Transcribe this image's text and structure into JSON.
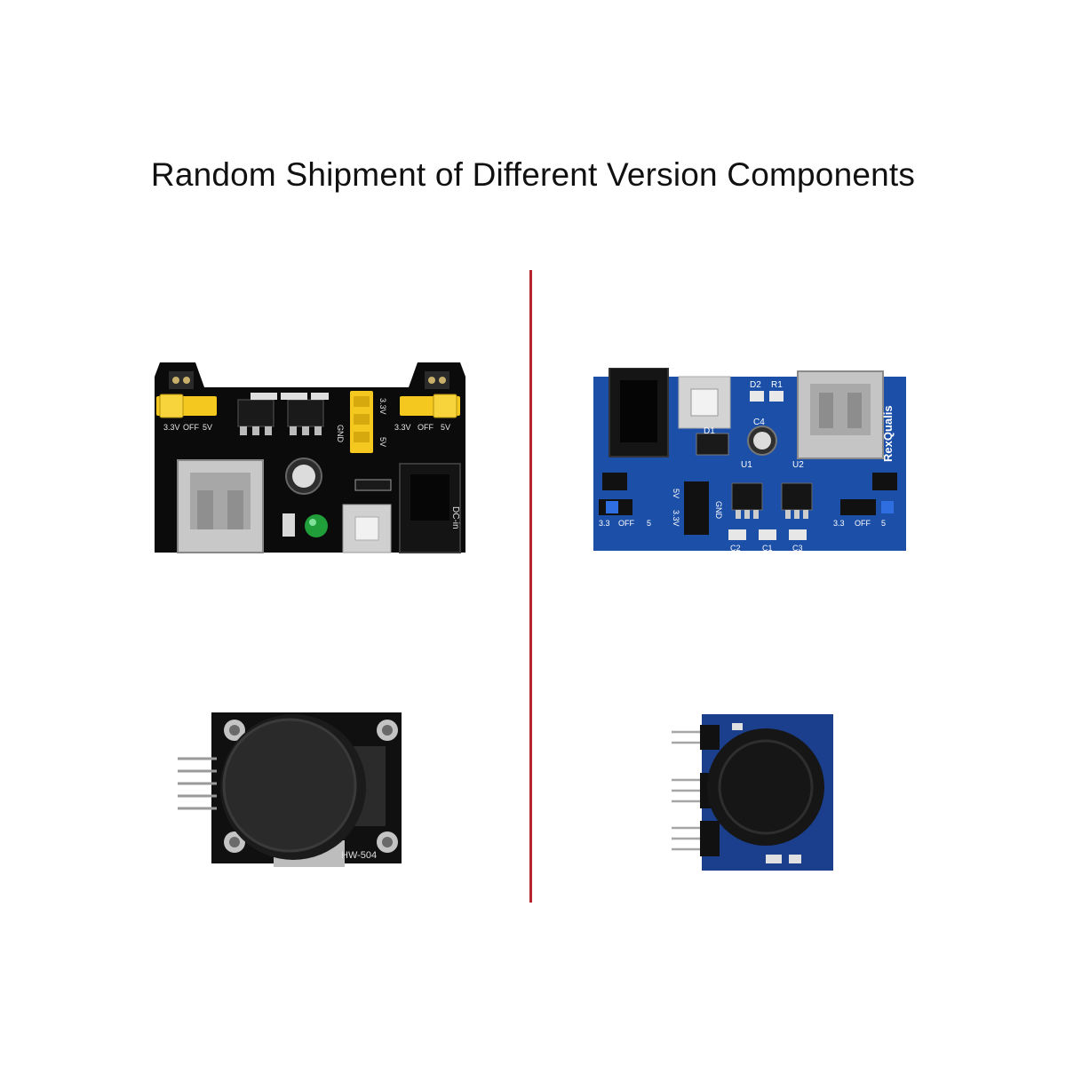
{
  "headline": "Random Shipment of Different Version Components",
  "colors": {
    "background": "#ffffff",
    "divider": "#b3262d",
    "black_pcb": "#0b0b0b",
    "blue_pcb": "#1c4fa8",
    "header_yellow": "#f4c81f",
    "jumper_blue": "#2f6ee0"
  },
  "products": {
    "black_power_module": {
      "labels": [
        "3.3V",
        "OFF",
        "5V",
        "GND",
        "3.3V",
        "5V",
        "3.3V",
        "OFF",
        "5V",
        "DC-in"
      ]
    },
    "blue_power_module": {
      "brand": "RexQualis",
      "labels": [
        "D2",
        "R1",
        "C4",
        "D1",
        "U1",
        "U2",
        "5V",
        "GND",
        "3.3V",
        "3.3",
        "OFF",
        "5",
        "3.3",
        "OFF",
        "5",
        "C2",
        "C1",
        "C3"
      ]
    },
    "black_joystick": {
      "model": "HW-504"
    },
    "blue_joystick": {}
  }
}
